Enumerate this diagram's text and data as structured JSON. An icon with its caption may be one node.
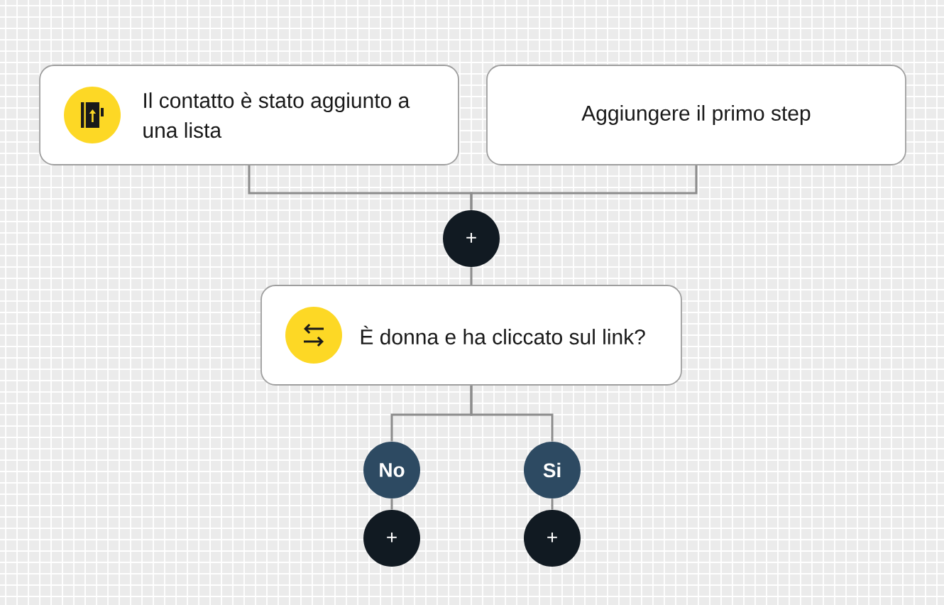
{
  "diagram": {
    "nodes": [
      {
        "text": [
          "Il contatto è stato aggiunto a una lista"
        ]
      },
      {
        "text": [
          "Aggiungere il primo step"
        ]
      },
      {
        "text": [
          "+"
        ]
      },
      {
        "text": [
          "È donna e ha cliccato sul link?"
        ]
      },
      {
        "text": [
          "No"
        ]
      },
      {
        "text": [
          "Si"
        ]
      },
      {
        "text": [
          "+"
        ]
      },
      {
        "text": [
          "+"
        ]
      }
    ],
    "edges": [
      {
        "from": 0,
        "to": 2,
        "arrow": "none"
      },
      {
        "from": 1,
        "to": 2,
        "arrow": "none"
      },
      {
        "from": 2,
        "to": 3,
        "arrow": "none"
      },
      {
        "from": 3,
        "to": 4,
        "arrow": "none"
      },
      {
        "from": 3,
        "to": 5,
        "arrow": "none"
      },
      {
        "from": 4,
        "to": 6,
        "arrow": "none"
      },
      {
        "from": 5,
        "to": 7,
        "arrow": "none"
      }
    ]
  }
}
